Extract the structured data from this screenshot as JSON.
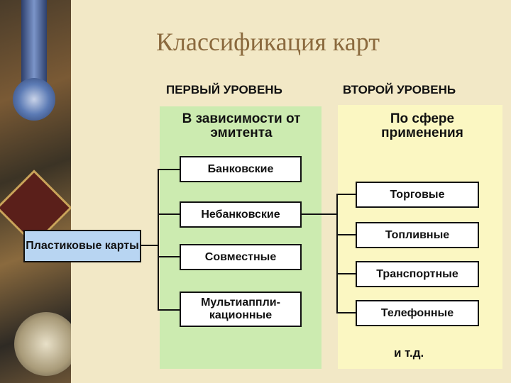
{
  "slide": {
    "title": "Классификация карт"
  },
  "levels": {
    "first": "ПЕРВЫЙ УРОВЕНЬ",
    "second": "ВТОРОЙ УРОВЕНЬ"
  },
  "root": "Пластиковые карты",
  "first_level": {
    "heading": "В зависимости от эмитента",
    "items": [
      "Банковские",
      "Небанковские",
      "Совместные",
      "Мультиаппли-кационные"
    ]
  },
  "second_level": {
    "heading": "По сфере применения",
    "items": [
      "Торговые",
      "Топливные",
      "Транспортные",
      "Телефонные"
    ],
    "etc": "и т.д."
  },
  "colors": {
    "first_panel": "#ccebb0",
    "second_panel": "#fbf7c2",
    "root_box": "#b8d5f2",
    "title": "#8b6a3e"
  }
}
